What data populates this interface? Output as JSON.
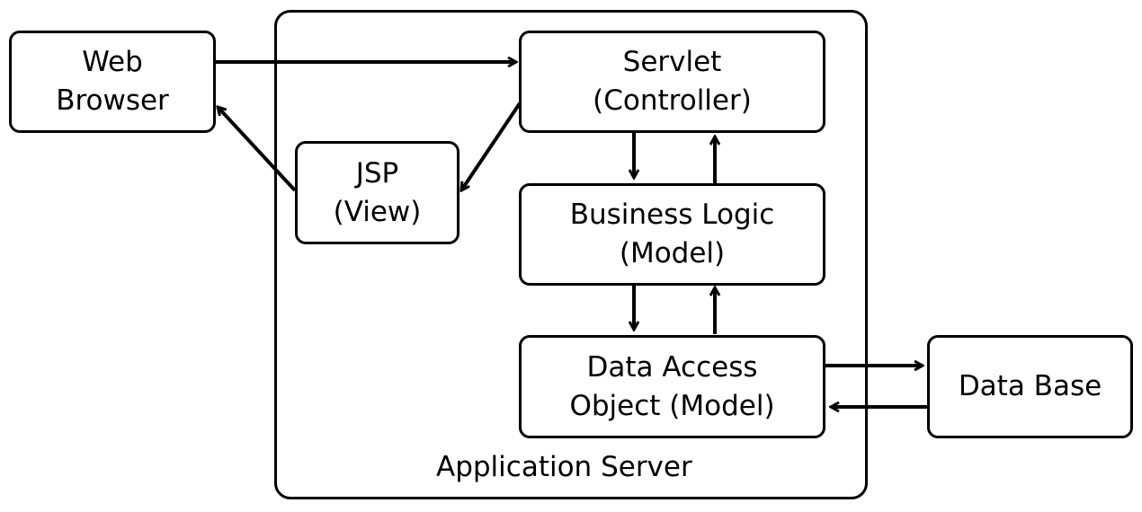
{
  "diagram": {
    "application_server": {
      "label": "Application Server"
    },
    "web_browser": {
      "line1": "Web",
      "line2": "Browser"
    },
    "servlet": {
      "line1": "Servlet",
      "line2": "(Controller)"
    },
    "jsp": {
      "line1": "JSP",
      "line2": "(View)"
    },
    "business_logic": {
      "line1": "Business Logic",
      "line2": "(Model)"
    },
    "dao": {
      "line1": "Data Access",
      "line2": "Object (Model)"
    },
    "database": {
      "label": "Data Base"
    },
    "edges": [
      {
        "from": "Web Browser",
        "to": "Servlet (Controller)"
      },
      {
        "from": "Servlet (Controller)",
        "to": "JSP (View)"
      },
      {
        "from": "JSP (View)",
        "to": "Web Browser"
      },
      {
        "from": "Servlet (Controller)",
        "to": "Business Logic (Model)"
      },
      {
        "from": "Business Logic (Model)",
        "to": "Servlet (Controller)"
      },
      {
        "from": "Business Logic (Model)",
        "to": "Data Access Object (Model)"
      },
      {
        "from": "Data Access Object (Model)",
        "to": "Business Logic (Model)"
      },
      {
        "from": "Data Access Object (Model)",
        "to": "Data Base"
      },
      {
        "from": "Data Base",
        "to": "Data Access Object (Model)"
      }
    ]
  }
}
